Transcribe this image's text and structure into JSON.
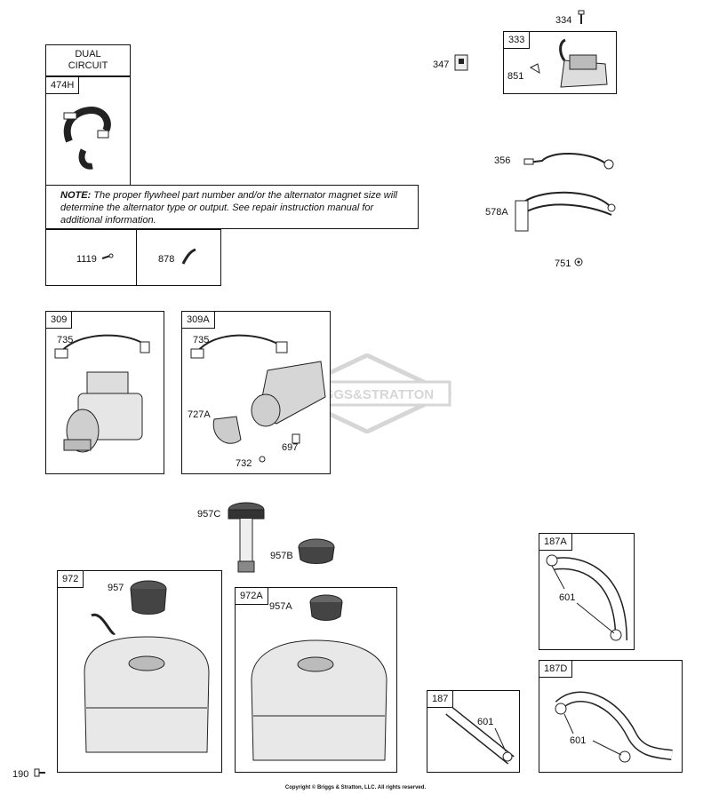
{
  "dual_circuit": {
    "line1": "DUAL",
    "line2": "CIRCUIT"
  },
  "note": {
    "prefix": "NOTE:",
    "text": "The proper flywheel part number and/or the alternator magnet size will determine the alternator type or output. See repair instruction manual for additional information."
  },
  "watermark": "BRIGGS&STRATTON",
  "boxes": {
    "b474H": "474H",
    "b333": "333",
    "b309": "309",
    "b309A": "309A",
    "b972": "972",
    "b972A": "972A",
    "b187A": "187A",
    "b187D": "187D",
    "b187": "187"
  },
  "labels": {
    "l334": "334",
    "l347": "347",
    "l851": "851",
    "l356": "356",
    "l578A": "578A",
    "l751": "751",
    "l1119": "1119",
    "l878": "878",
    "l735a": "735",
    "l735b": "735",
    "l727A": "727A",
    "l697": "697",
    "l732": "732",
    "l957C": "957C",
    "l957B": "957B",
    "l957": "957",
    "l957A": "957A",
    "l601a": "601",
    "l601b": "601",
    "l601c": "601",
    "l190": "190"
  },
  "footer": "Copyright © Briggs & Stratton, LLC. All rights reserved."
}
